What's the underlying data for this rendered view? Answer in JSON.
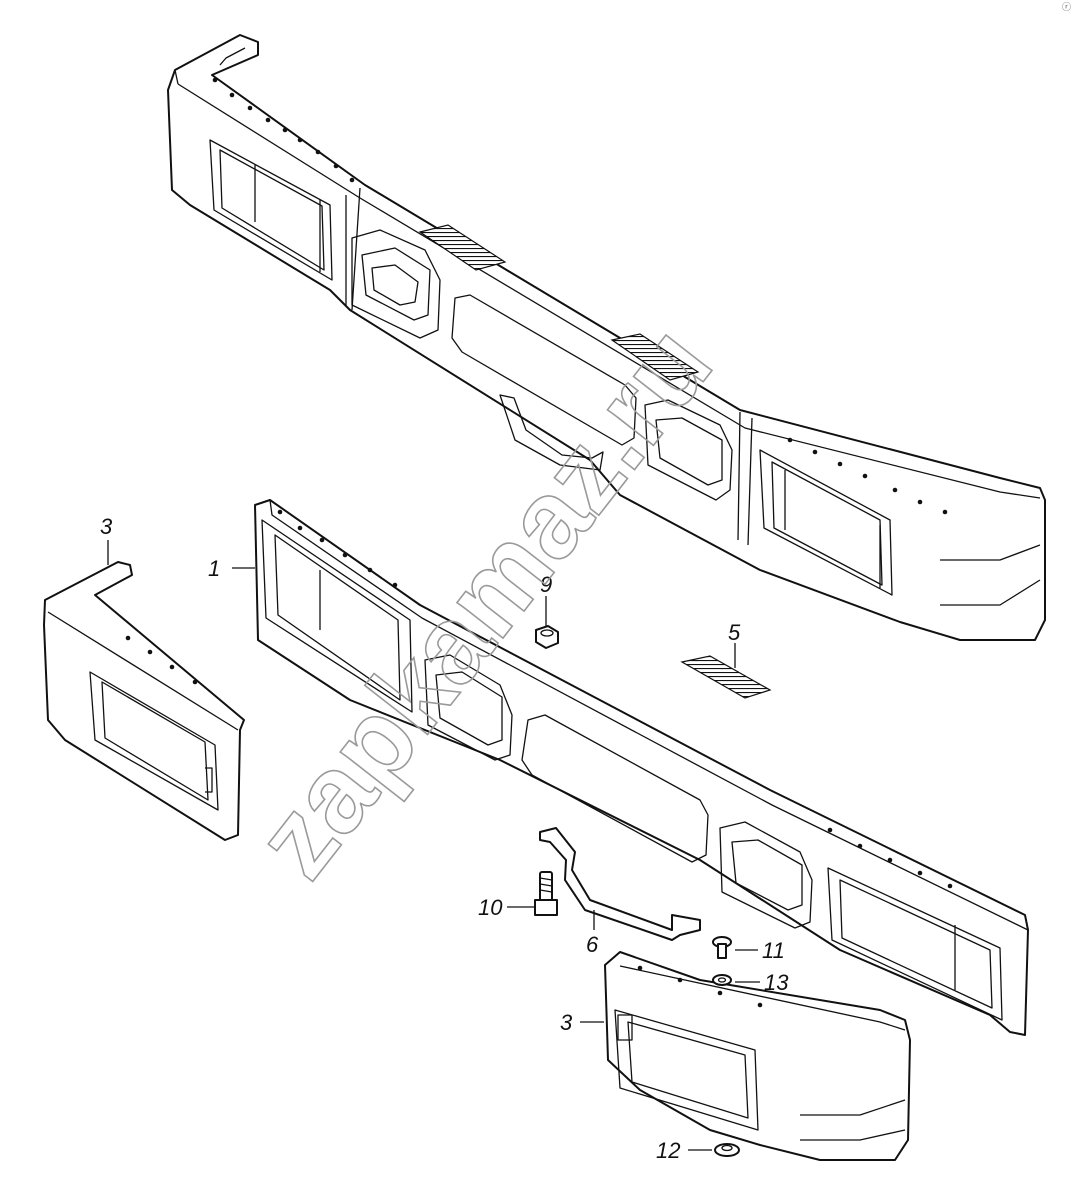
{
  "diagram": {
    "watermark": "zapkamaz.ru",
    "corner_mark": "ⓡ",
    "callouts": {
      "part_1": "1",
      "part_3_left": "3",
      "part_3_right": "3",
      "part_5": "5",
      "part_6": "6",
      "part_9": "9",
      "part_10": "10",
      "part_11": "11",
      "part_12": "12",
      "part_13": "13"
    }
  }
}
